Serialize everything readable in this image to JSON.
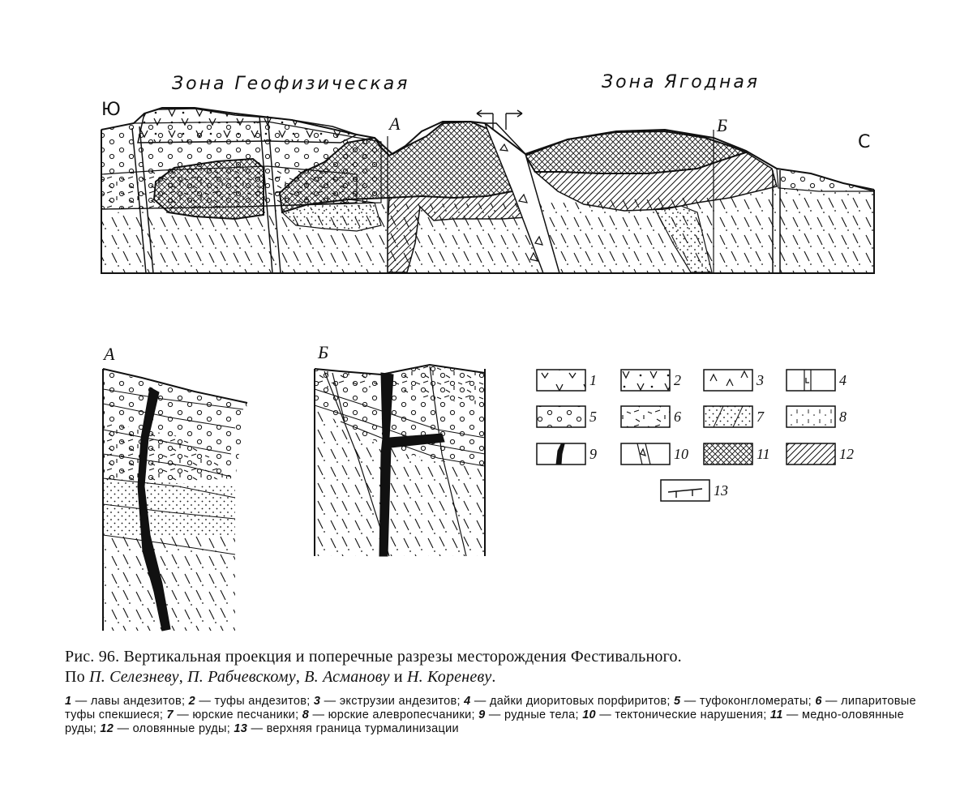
{
  "main_section": {
    "zone_left": "Зона Геофизическая",
    "zone_right": "Зона Ягодная",
    "dir_south": "Ю",
    "dir_north": "С",
    "marker_a": "А",
    "marker_b": "Б"
  },
  "section_a": {
    "label": "А"
  },
  "section_b": {
    "label": "Б"
  },
  "legend": {
    "items": [
      {
        "num": "1",
        "pattern": "andesite-lava"
      },
      {
        "num": "2",
        "pattern": "andesite-tuff"
      },
      {
        "num": "3",
        "pattern": "andesite-extrusion"
      },
      {
        "num": "4",
        "pattern": "diorite-porphyrite-dike"
      },
      {
        "num": "5",
        "pattern": "tuff-conglomerate"
      },
      {
        "num": "6",
        "pattern": "liparite-tuff"
      },
      {
        "num": "7",
        "pattern": "jurassic-sandstone"
      },
      {
        "num": "8",
        "pattern": "jurassic-siltstone"
      },
      {
        "num": "9",
        "pattern": "ore-body"
      },
      {
        "num": "10",
        "pattern": "tectonic-fault"
      },
      {
        "num": "11",
        "pattern": "copper-tin-ore"
      },
      {
        "num": "12",
        "pattern": "tin-ore"
      },
      {
        "num": "13",
        "pattern": "tourmalinization-boundary"
      }
    ]
  },
  "caption": {
    "title_prefix": "Рис. 96. Вертикальная проекция и поперечные разрезы месторождения Фестивального.",
    "authors_prefix": "По",
    "author1": "П. Селезневу",
    "author2": "П. Рабчевскому",
    "author3": "В. Асманову",
    "and_word": "и",
    "author4": "Н. Кореневу",
    "legend_text": [
      {
        "num": "1",
        "text": " — лавы андезитов; "
      },
      {
        "num": "2",
        "text": " — туфы андезитов; "
      },
      {
        "num": "3",
        "text": " — экструзии андезитов; "
      },
      {
        "num": "4",
        "text": " — дайки диоритовых порфиритов; "
      },
      {
        "num": "5",
        "text": " — туфоконгломераты; "
      },
      {
        "num": "6",
        "text": " — липаритовые туфы спекшиеся; "
      },
      {
        "num": "7",
        "text": " — юрские песчаники; "
      },
      {
        "num": "8",
        "text": " — юрские алевропесчаники; "
      },
      {
        "num": "9",
        "text": " — рудные тела; "
      },
      {
        "num": "10",
        "text": " — тектонические нарушения; "
      },
      {
        "num": "11",
        "text": " — медно-оловянные руды; "
      },
      {
        "num": "12",
        "text": " — оловянные руды; "
      },
      {
        "num": "13",
        "text": " — верхняя граница турмалинизации"
      }
    ]
  }
}
